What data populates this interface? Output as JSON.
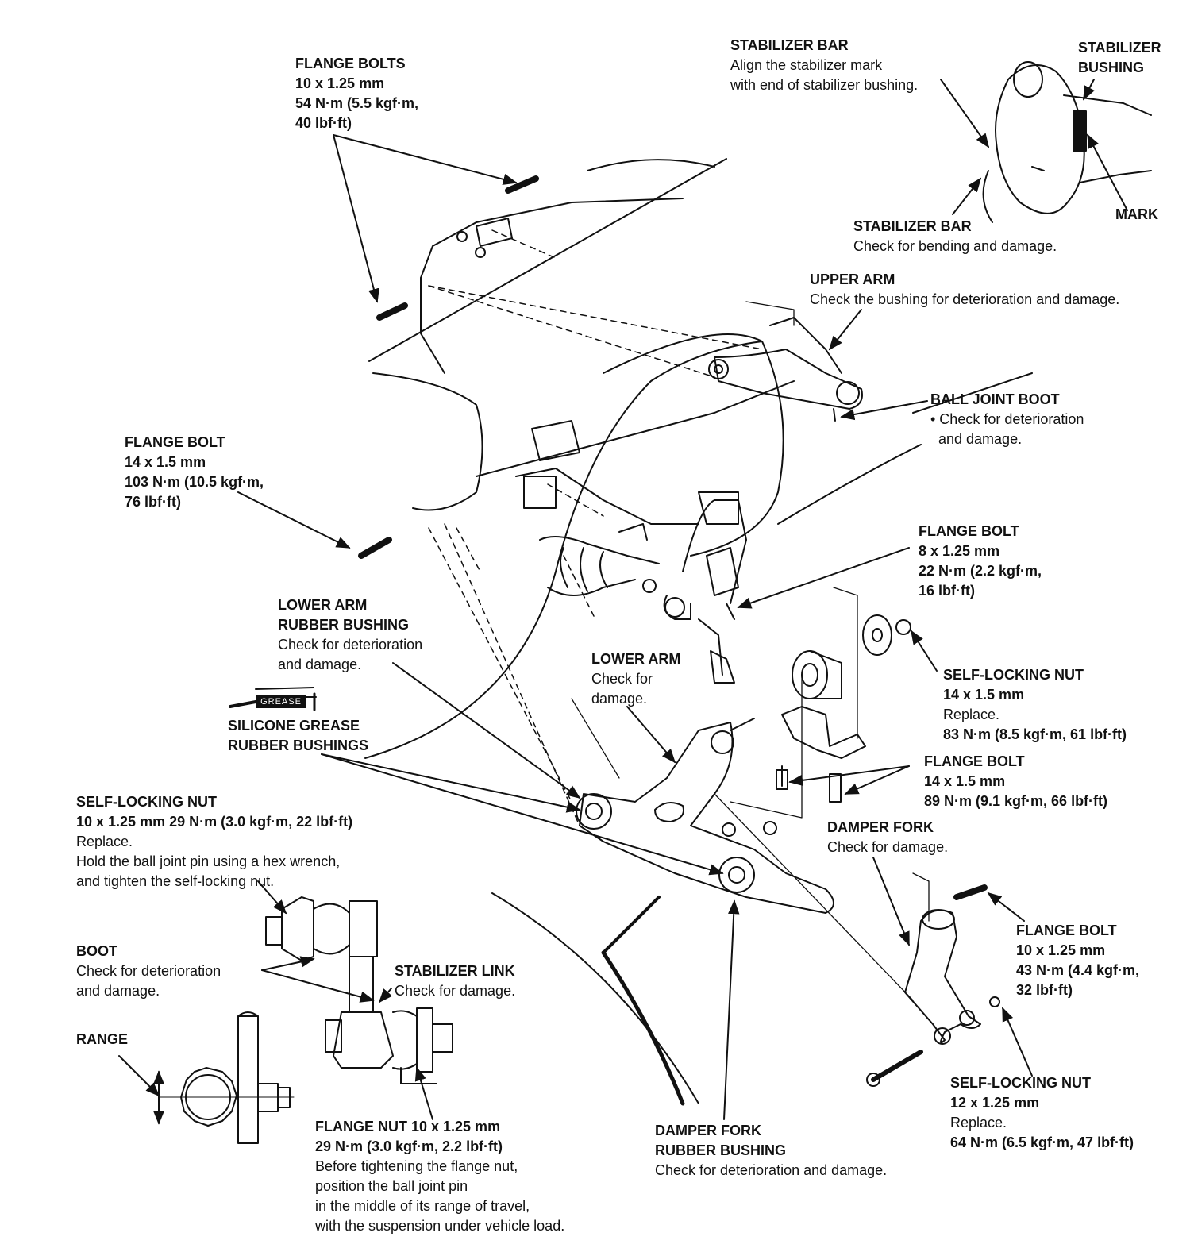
{
  "callouts": {
    "flange_bolts_top": {
      "title": "FLANGE BOLTS",
      "lines": [
        "10 x 1.25 mm",
        "54 N·m (5.5 kgf·m,",
        "40 lbf·ft)"
      ]
    },
    "stabilizer_bar_align": {
      "title": "STABILIZER BAR",
      "lines": [
        "Align the stabilizer mark",
        "with end of stabilizer bushing."
      ]
    },
    "stabilizer_bushing": {
      "lines": [
        "STABILIZER",
        "BUSHING"
      ]
    },
    "mark": {
      "title": "MARK"
    },
    "stabilizer_bar_check": {
      "title": "STABILIZER BAR",
      "lines": [
        "Check for bending and damage."
      ]
    },
    "upper_arm": {
      "title": "UPPER ARM",
      "lines": [
        "Check the bushing for deterioration and damage."
      ]
    },
    "ball_joint_boot": {
      "title": "BALL JOINT BOOT",
      "lines": [
        "• Check for deterioration",
        "  and damage."
      ]
    },
    "flange_bolt_14_103": {
      "title": "FLANGE BOLT",
      "lines": [
        "14 x 1.5 mm",
        "103 N·m (10.5 kgf·m,",
        "76 lbf·ft)"
      ]
    },
    "flange_bolt_8": {
      "title": "FLANGE BOLT",
      "lines": [
        "8 x 1.25 mm",
        "22 N·m (2.2 kgf·m,",
        "16 lbf·ft)"
      ]
    },
    "lower_arm_rubber_bushing": {
      "lines_bold": [
        "LOWER ARM",
        "RUBBER BUSHING"
      ],
      "lines": [
        "Check for deterioration",
        "and damage."
      ]
    },
    "lower_arm": {
      "title": "LOWER ARM",
      "lines": [
        "Check for",
        "damage."
      ]
    },
    "self_locking_nut_14": {
      "title": "SELF-LOCKING NUT",
      "lines": [
        "14 x 1.5 mm",
        "Replace."
      ],
      "torque": "83 N·m (8.5 kgf·m, 61 lbf·ft)"
    },
    "grease_tag": "GREASE",
    "silicone_grease": {
      "lines_bold": [
        "SILICONE GREASE",
        "RUBBER BUSHINGS"
      ]
    },
    "flange_bolt_14_89": {
      "title": "FLANGE BOLT",
      "lines": [
        "14 x 1.5 mm"
      ],
      "torque": "89 N·m (9.1 kgf·m, 66 lbf·ft)"
    },
    "self_locking_nut_10": {
      "title": "SELF-LOCKING NUT",
      "torque": "10 x 1.25 mm 29 N·m (3.0 kgf·m, 22 lbf·ft)",
      "lines": [
        "Replace.",
        "Hold the ball joint pin using a hex wrench,",
        "and tighten the self-locking nut."
      ]
    },
    "damper_fork": {
      "title": "DAMPER FORK",
      "lines": [
        "Check for damage."
      ]
    },
    "flange_bolt_10": {
      "title": "FLANGE BOLT",
      "lines": [
        "10 x 1.25 mm",
        "43 N·m (4.4 kgf·m,",
        "32 lbf·ft)"
      ]
    },
    "boot": {
      "title": "BOOT",
      "lines": [
        "Check for deterioration",
        "and damage."
      ]
    },
    "stabilizer_link": {
      "title": "STABILIZER LINK",
      "lines": [
        "Check for damage."
      ]
    },
    "range": {
      "title": "RANGE"
    },
    "self_locking_nut_12": {
      "title": "SELF-LOCKING NUT",
      "lines": [
        "12 x 1.25 mm",
        "Replace."
      ],
      "torque": "64 N·m (6.5 kgf·m, 47 lbf·ft)"
    },
    "flange_nut": {
      "title": "FLANGE NUT 10 x 1.25 mm",
      "torque": "29 N·m (3.0 kgf·m, 2.2 lbf·ft)",
      "lines": [
        "Before tightening the flange nut,",
        "position the ball joint pin",
        "in the middle of its range of travel,",
        "with the suspension under vehicle load."
      ]
    },
    "damper_fork_rubber_bushing": {
      "lines_bold": [
        "DAMPER FORK",
        "RUBBER BUSHING"
      ],
      "lines": [
        "Check for deterioration and damage."
      ]
    }
  }
}
